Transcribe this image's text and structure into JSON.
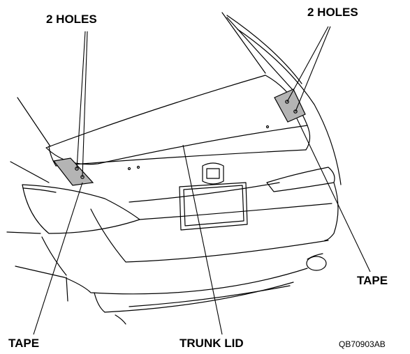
{
  "labels": {
    "holes_left": "2 HOLES",
    "holes_right": "2 HOLES",
    "tape_right": "TAPE",
    "tape_left": "TAPE",
    "trunk_lid": "TRUNK LID",
    "figure_code": "QB70903AB"
  },
  "colors": {
    "tape_fill": "#b4b4b4",
    "line": "#000000",
    "background": "#ffffff"
  }
}
